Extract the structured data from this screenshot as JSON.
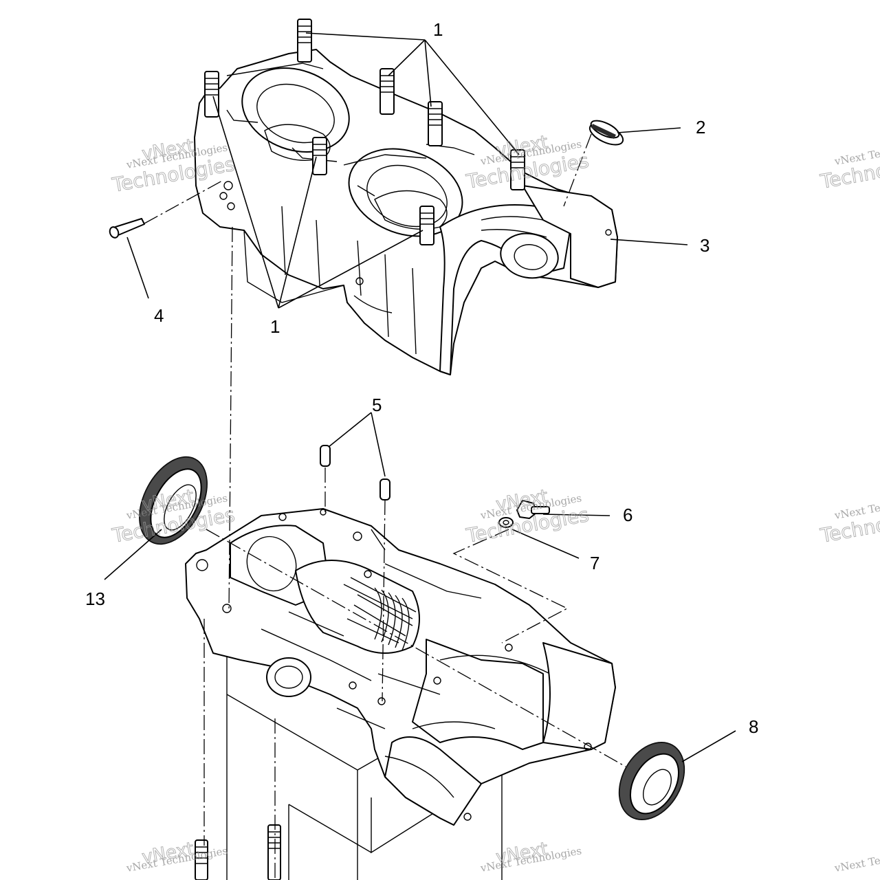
{
  "diagram": {
    "callouts": [
      "1",
      "1",
      "2",
      "3",
      "4",
      "5",
      "6",
      "7",
      "8",
      "13"
    ]
  },
  "watermark": {
    "line1": "vNext Technologies",
    "line2": "Technologies",
    "stamp": "vNext"
  }
}
